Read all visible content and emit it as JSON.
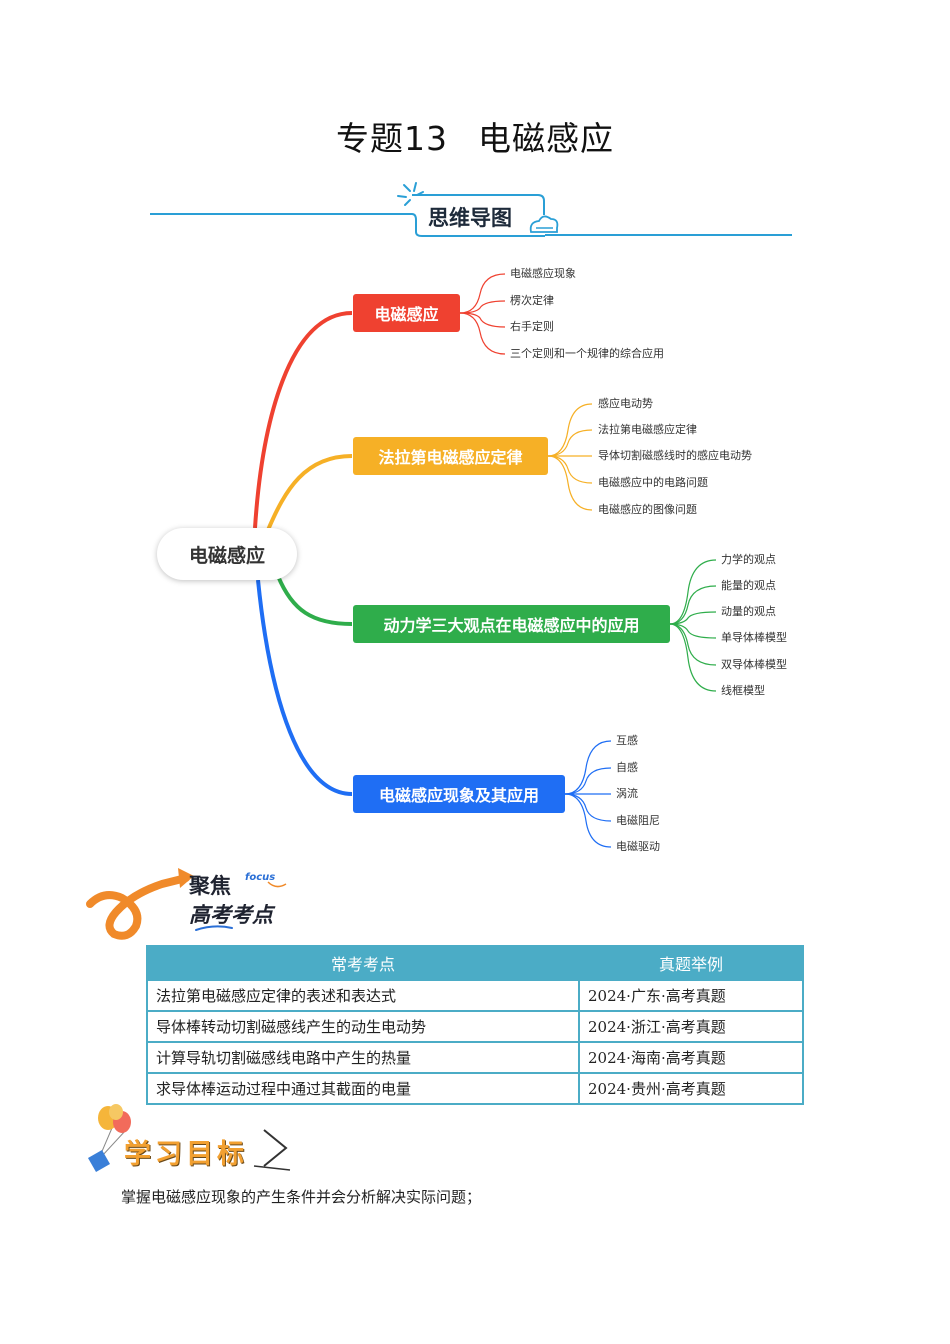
{
  "title": {
    "prefix": "专题13",
    "main": "电磁感应"
  },
  "mindmap": {
    "header": "思维导图",
    "center": "电磁感应",
    "branches": [
      {
        "label": "电磁感应",
        "color": "#ef4130",
        "items": [
          "电磁感应现象",
          "楞次定律",
          "右手定则",
          "三个定则和一个规律的综合应用"
        ]
      },
      {
        "label": "法拉第电磁感应定律",
        "color": "#f6b026",
        "items": [
          "感应电动势",
          "法拉第电磁感应定律",
          "导体切割磁感线时的感应电动势",
          "电磁感应中的电路问题",
          "电磁感应的图像问题"
        ]
      },
      {
        "label": "动力学三大观点在电磁感应中的应用",
        "color": "#2fad4b",
        "items": [
          "力学的观点",
          "能量的观点",
          "动量的观点",
          "单导体棒模型",
          "双导体棒模型",
          "线框模型"
        ]
      },
      {
        "label": "电磁感应现象及其应用",
        "color": "#1f6ef4",
        "items": [
          "互感",
          "自感",
          "涡流",
          "电磁阻尼",
          "电磁驱动"
        ]
      }
    ]
  },
  "focus_section": {
    "line1": "聚焦",
    "small": "focus",
    "line2": "高考考点"
  },
  "exam_table": {
    "headers": [
      "常考考点",
      "真题举例"
    ],
    "rows": [
      [
        "法拉第电磁感应定律的表述和表达式",
        "2024·广东·高考真题"
      ],
      [
        "导体棒转动切割磁感线产生的动生电动势",
        "2024·浙江·高考真题"
      ],
      [
        "计算导轨切割磁感线电路中产生的热量",
        "2024·海南·高考真题"
      ],
      [
        "求导体棒运动过程中通过其截面的电量",
        "2024·贵州·高考真题"
      ]
    ]
  },
  "learning_goals": {
    "title": "学习目标",
    "items": [
      "掌握电磁感应现象的产生条件并会分析解决实际问题；"
    ]
  }
}
